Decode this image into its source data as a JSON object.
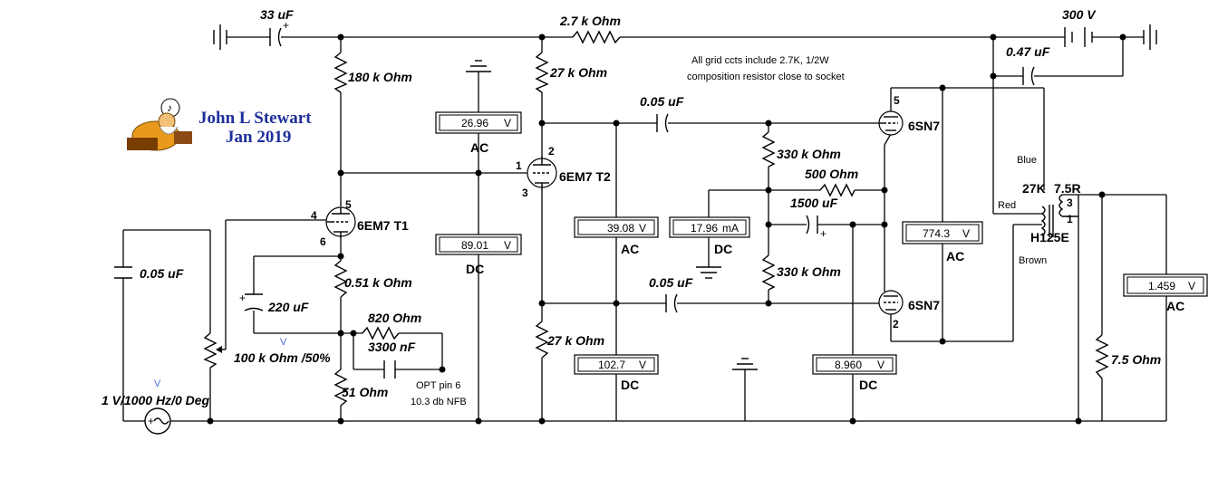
{
  "author": {
    "name": "John L Stewart",
    "date": "Jan 2019",
    "logo_icon": "bearded-man-reading-icon"
  },
  "note": {
    "line1": "All grid ccts include 2.7K, 1/2W",
    "line2": "composition resistor close to socket"
  },
  "source": {
    "label": "1 V/1000 Hz/0 Deg",
    "marker": "V"
  },
  "components": {
    "c_in": "33 uF",
    "r_top": "2.7 k Ohm",
    "supply": "300 V",
    "c_supply": "0.47 uF",
    "r_180k": "180 k Ohm",
    "r_27k_top": "27 k Ohm",
    "c_couple_top": "0.05 uF",
    "r_330k_top": "330 k Ohm",
    "r_500": "500  Ohm",
    "c_1500": "1500 uF",
    "r_330k_bot": "330 k Ohm",
    "c_couple_bot": "0.05 uF",
    "r_27k_bot": "27 k Ohm",
    "c_left": "0.05 uF",
    "pot": "100 k Ohm /50%",
    "pot_marker": "V",
    "c_220": "220 uF",
    "r_051": "0.51 k Ohm",
    "r_820": "820  Ohm",
    "c_3300": "3300 nF",
    "r_51": "51  Ohm",
    "r_load": "7.5  Ohm",
    "opt_line1": "OPT pin 6",
    "opt_line2": "10.3 db NFB"
  },
  "tubes": {
    "t1": {
      "label": "6EM7 T1",
      "pin_top": "5",
      "pin_grid": "4",
      "pin_cathode": "6"
    },
    "t2": {
      "label": "6EM7 T2",
      "pin_top": "2",
      "pin_grid": "1",
      "pin_cathode": "3"
    },
    "sn_top": {
      "label": "6SN7",
      "pin": "5"
    },
    "sn_bot": {
      "label": "6SN7",
      "pin": "2"
    }
  },
  "transformer": {
    "name": "H125E",
    "primary": "27K",
    "secondary": "7.5R",
    "pin3": "3",
    "pin1": "1",
    "wire_blue": "Blue",
    "wire_red": "Red",
    "wire_brown": "Brown"
  },
  "meters": [
    {
      "value": "26.96",
      "unit": "V",
      "mode": "AC"
    },
    {
      "value": "89.01",
      "unit": "V",
      "mode": "DC"
    },
    {
      "value": "39.08",
      "unit": "V",
      "mode": "AC"
    },
    {
      "value": "17.96",
      "unit": "mA",
      "mode": "DC"
    },
    {
      "value": "102.7",
      "unit": "V",
      "mode": "DC"
    },
    {
      "value": "8.960",
      "unit": "V",
      "mode": "DC"
    },
    {
      "value": "774.3",
      "unit": "V",
      "mode": "AC"
    },
    {
      "value": "1.459",
      "unit": "V",
      "mode": "AC"
    }
  ]
}
